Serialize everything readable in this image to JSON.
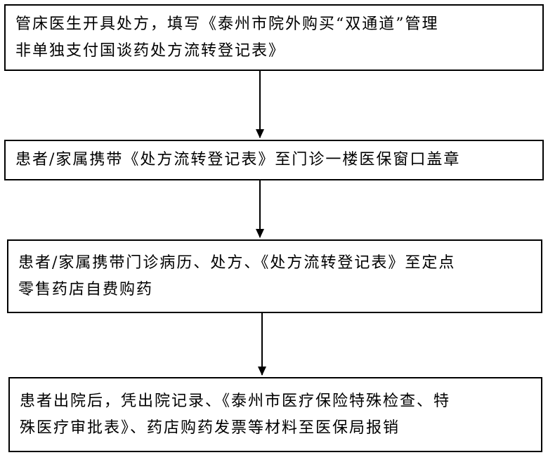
{
  "flowchart": {
    "steps": [
      {
        "line1": "管床医生开具处方，填写《泰州市院外购买“双通道”管理",
        "line2": "非单独支付国谈药处方流转登记表》"
      },
      {
        "line1": "患者/家属携带《处方流转登记表》至门诊一楼医保窗口盖章"
      },
      {
        "line1": "患者/家属携带门诊病历、处方、《处方流转登记表》至定点",
        "line2": "零售药店自费购药"
      },
      {
        "line1": "患者出院后，凭出院记录、《泰州市医疗保险特殊检查、特",
        "line2": "殊医疗审批表》、药店购药发票等材料至医保局报销"
      }
    ],
    "arrow_color": "#000000",
    "border_color": "#000000"
  }
}
